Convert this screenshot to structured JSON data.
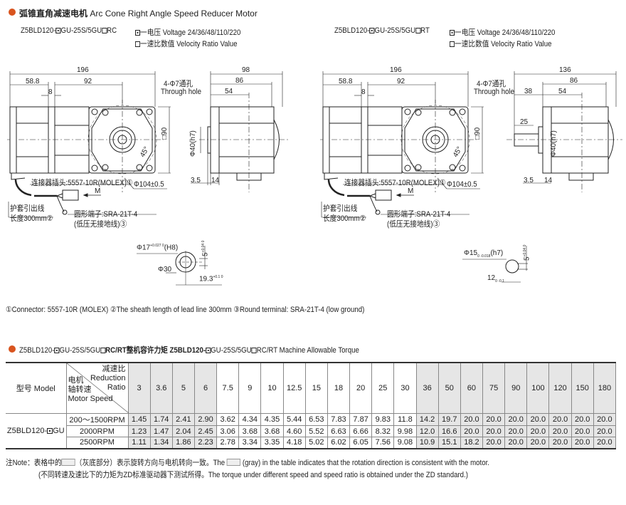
{
  "header": {
    "title_cn": "弧锥直角减速电机",
    "title_en": "Arc Cone Right Angle Speed Reducer Motor",
    "accent_color": "#d9541e"
  },
  "models": [
    {
      "code_prefix": "Z5BLD120-",
      "code_suffix": "GU-25S/5GU",
      "code_end": "RC"
    },
    {
      "code_prefix": "Z5BLD120-",
      "code_suffix": "GU-25S/5GU",
      "code_end": "RT"
    }
  ],
  "legend": {
    "voltage": "一电压 Voltage 24/36/48/110/220",
    "ratio": "一速比数值 Velocity Ratio Value"
  },
  "drawing_left": {
    "dims": [
      "196",
      "58.8",
      "92",
      "8",
      "98",
      "86",
      "54",
      "3.5",
      "14",
      "90",
      "45°"
    ],
    "through_hole_cn": "4-Φ7通孔",
    "through_hole_en": "Through hole",
    "flange_dia": "Φ104±0.5",
    "shaft_dia": "Φ40",
    "shaft_tol": "(h7)",
    "connector": "连接器插头:5557-10R(MOLEX)①",
    "arrow_label": "M",
    "sheath1": "护套引出线",
    "sheath2": "长度300mm②",
    "terminal1": "圆形端子:SRA-21T-4",
    "terminal2": "(低压无接地线)③",
    "bore_dia": "Φ17",
    "bore_tol": "+0.027 0",
    "bore_fit": "(H8)",
    "hub_dia": "Φ30",
    "key_w": "5",
    "key_tol": "+0.04 0",
    "key_h": "19.3",
    "key_h_tol": "+0.1 0"
  },
  "drawing_right": {
    "dims": [
      "196",
      "58.8",
      "92",
      "8",
      "136",
      "86",
      "38",
      "54",
      "25",
      "3.5",
      "14",
      "90",
      "45°"
    ],
    "through_hole_cn": "4-Φ7通孔",
    "through_hole_en": "Through hole",
    "flange_dia": "Φ104±0.5",
    "shaft_dia": "Φ40",
    "shaft_tol": "(h7)",
    "connector": "连接器插头:5557-10R(MOLEX)①",
    "arrow_label": "M",
    "sheath1": "护套引出线",
    "sheath2": "长度300mm②",
    "terminal1": "圆形端子:SRA-21T-4",
    "terminal2": "(低压无接地线)③",
    "shaft_small_dia": "Φ15",
    "shaft_small_tol": "0 -0.018",
    "shaft_small_fit": "(h7)",
    "key_w": "5",
    "key_tol": "+0.04 0",
    "key_h": "12",
    "key_h_tol": "0 -0.1"
  },
  "footnote": "①Connector: 5557-10R (MOLEX)  ②The sheath length of lead line 300mm  ③Round terminal: SRA-21T-4 (low ground)",
  "torque": {
    "title_a": "Z5BLD120-",
    "title_b": "GU-25S/5GU",
    "title_c": "RC/RT整机容许力矩 Z5BLD120-",
    "title_d": "GU-25S/5GU",
    "title_e": "RC/RT Machine Allowable Torque",
    "col_model": "型号 Model",
    "hdr_ratio_cn": "减速比",
    "hdr_ratio_en1": "Reduction",
    "hdr_ratio_en2": "Ratio",
    "hdr_speed_cn1": "电机",
    "hdr_speed_cn2": "轴转速",
    "hdr_speed_en": "Motor Speed",
    "model_prefix": "Z5BLD120-",
    "model_suffix": "GU",
    "ratios": [
      "3",
      "3.6",
      "5",
      "6",
      "7.5",
      "9",
      "10",
      "12.5",
      "15",
      "18",
      "20",
      "25",
      "30",
      "36",
      "50",
      "60",
      "75",
      "90",
      "100",
      "120",
      "150",
      "180"
    ],
    "gray_columns": [
      0,
      1,
      2,
      3,
      13,
      14,
      15,
      16,
      17,
      18,
      19,
      20,
      21
    ],
    "rows": [
      {
        "speed": "200～1500RPM",
        "values": [
          "1.45",
          "1.74",
          "2.41",
          "2.90",
          "3.62",
          "4.34",
          "4.35",
          "5.44",
          "6.53",
          "7.83",
          "7.87",
          "9.83",
          "11.8",
          "14.2",
          "19.7",
          "20.0",
          "20.0",
          "20.0",
          "20.0",
          "20.0",
          "20.0",
          "20.0"
        ]
      },
      {
        "speed": "2000RPM",
        "values": [
          "1.23",
          "1.47",
          "2.04",
          "2.45",
          "3.06",
          "3.68",
          "3.68",
          "4.60",
          "5.52",
          "6.63",
          "6.66",
          "8.32",
          "9.98",
          "12.0",
          "16.6",
          "20.0",
          "20.0",
          "20.0",
          "20.0",
          "20.0",
          "20.0",
          "20.0"
        ]
      },
      {
        "speed": "2500RPM",
        "values": [
          "1.11",
          "1.34",
          "1.86",
          "2.23",
          "2.78",
          "3.34",
          "3.35",
          "4.18",
          "5.02",
          "6.02",
          "6.05",
          "7.56",
          "9.08",
          "10.9",
          "15.1",
          "18.2",
          "20.0",
          "20.0",
          "20.0",
          "20.0",
          "20.0",
          "20.0"
        ]
      }
    ]
  },
  "note": {
    "label": "注Note：表格中的",
    "cn": "（灰底部分）表示旋转方向与电机转向一致。The",
    "en": "(gray) in the table indicates that the rotation direction is consistent with the motor.",
    "line2": "(不同转速及速比下的力矩为ZD标准驱动器下测试所得。The torque under different speed and speed ratio is obtained under the ZD standard.)"
  }
}
